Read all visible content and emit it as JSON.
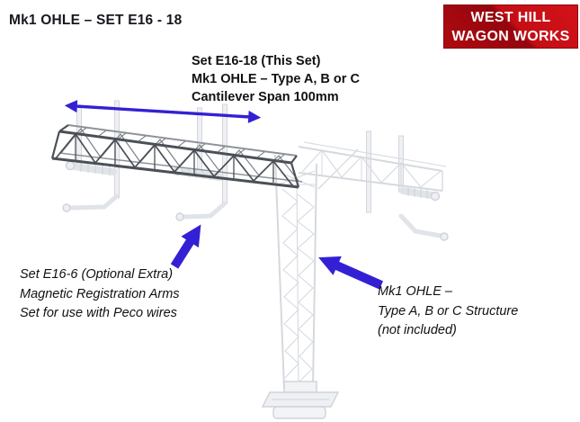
{
  "title": "Mk1 OHLE – SET E16 - 18",
  "brand": {
    "line1": "WEST HILL",
    "line2": "WAGON WORKS",
    "bg_color": "#c00d14",
    "text_color": "#ffffff"
  },
  "annotations": {
    "this_set": {
      "lines": [
        "Set E16-18 (This Set)",
        "Mk1 OHLE – Type A, B or C",
        "Cantilever Span 100mm"
      ]
    },
    "optional_extra": {
      "lines": [
        "Set E16-6 (Optional Extra)",
        "Magnetic Registration Arms",
        "Set for use with Peco wires"
      ]
    },
    "not_included": {
      "lines": [
        "Mk1 OHLE –",
        "Type A, B or C Structure",
        "(not included)"
      ]
    }
  },
  "icons": {
    "span_arrow": "double-headed-span-arrow",
    "optional_extra_pointer": "up-right-pointer-arrow",
    "not_included_pointer": "up-left-pointer-arrow"
  },
  "colors": {
    "arrow_blue": "#3420d4",
    "truss_dark": "#4b5058",
    "truss_highlight": "#8e939a",
    "ghost_structure": "#d5d9de",
    "badge_red": "#c00d14",
    "text": "#111111"
  }
}
